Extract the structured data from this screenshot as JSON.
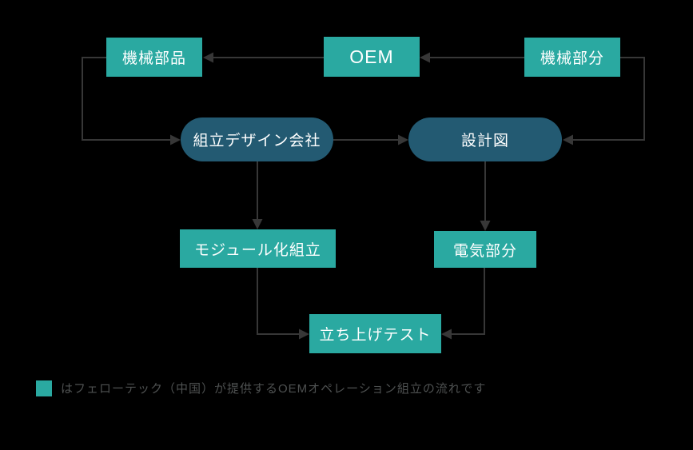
{
  "diagram": {
    "title": "OEM operation assembly flow",
    "nodes": {
      "mechanical_parts": {
        "label": "機械部品",
        "shape": "rect",
        "color": "#2AA9A1"
      },
      "oem": {
        "label": "OEM",
        "shape": "rect",
        "color": "#2AA9A1"
      },
      "mechanical_section": {
        "label": "機械部分",
        "shape": "rect",
        "color": "#2AA9A1"
      },
      "assembly_design": {
        "label": "組立デザイン会社",
        "shape": "pill",
        "color": "#235A72"
      },
      "blueprint": {
        "label": "設計図",
        "shape": "pill",
        "color": "#235A72"
      },
      "modular_assembly": {
        "label": "モジュール化組立",
        "shape": "rect",
        "color": "#2AA9A1"
      },
      "electrical_section": {
        "label": "電気部分",
        "shape": "rect",
        "color": "#2AA9A1"
      },
      "startup_test": {
        "label": "立ち上げテスト",
        "shape": "rect",
        "color": "#2AA9A1"
      }
    },
    "edges": [
      {
        "from": "oem",
        "to": "mechanical_parts"
      },
      {
        "from": "mechanical_section",
        "to": "oem"
      },
      {
        "from": "mechanical_parts",
        "to": "assembly_design"
      },
      {
        "from": "assembly_design",
        "to": "blueprint"
      },
      {
        "from": "mechanical_section",
        "to": "blueprint"
      },
      {
        "from": "assembly_design",
        "to": "modular_assembly"
      },
      {
        "from": "blueprint",
        "to": "electrical_section"
      },
      {
        "from": "modular_assembly",
        "to": "startup_test"
      },
      {
        "from": "electrical_section",
        "to": "startup_test"
      }
    ],
    "legend": {
      "text": "はフェローテック（中国）が提供するOEMオペレーション組立の流れです"
    },
    "colors": {
      "background": "#000000",
      "node_teal": "#2AA9A1",
      "node_dark": "#235A72",
      "node_text": "#FFFFFF",
      "edge": "#373737",
      "legend_text": "#4E5151"
    }
  }
}
